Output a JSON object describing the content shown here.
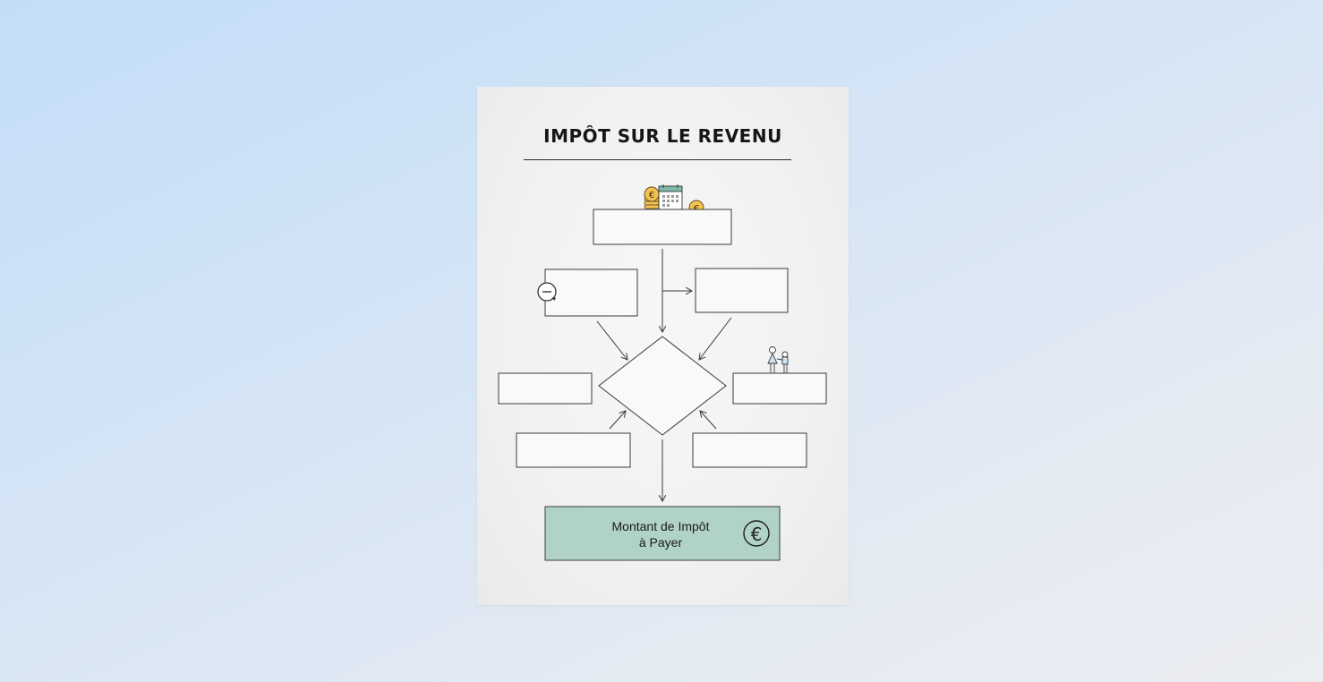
{
  "title": "IMPÔT SUR LE REVENU",
  "result_box": {
    "line1": "Montant de Impôt",
    "line2": "à Payer",
    "fill_color": "#b1d3c7"
  },
  "icons": {
    "top": "euro-coins-calendar-icon",
    "left": "minus-circle-icon",
    "right": "family-icon",
    "result": "euro-circle-icon"
  },
  "colors": {
    "stroke": "#3a3a3a",
    "coin": "#f2c14e",
    "calendar_header": "#7fb8a8"
  }
}
